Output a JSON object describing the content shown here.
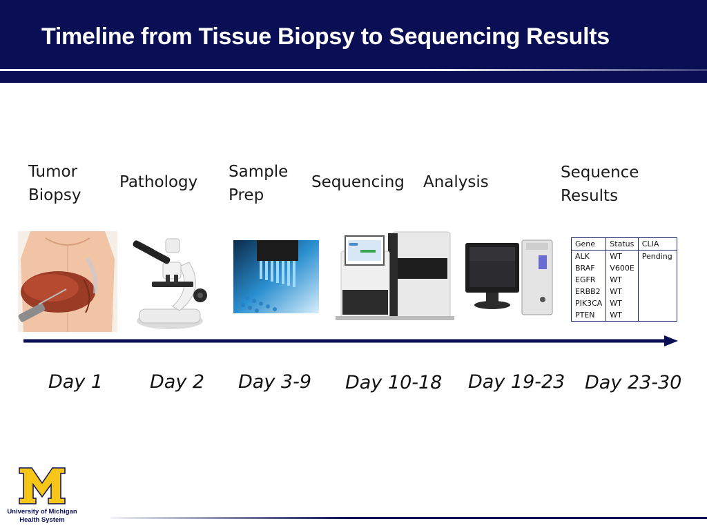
{
  "slide": {
    "title": "Timeline from Tissue Biopsy to Sequencing Results"
  },
  "steps": [
    {
      "label_line1": "Tumor",
      "label_line2": "Biopsy",
      "day": "Day 1",
      "icon": "tumor-biopsy-image"
    },
    {
      "label_line1": "Pathology",
      "label_line2": "",
      "day": "Day 2",
      "icon": "microscope-image"
    },
    {
      "label_line1": "Sample",
      "label_line2": "Prep",
      "day": "Day 3-9",
      "icon": "pipette-plate-image"
    },
    {
      "label_line1": "Sequencing",
      "label_line2": "",
      "day": "Day 10-18",
      "icon": "sequencer-image"
    },
    {
      "label_line1": "Analysis",
      "label_line2": "",
      "day": "Day 19-23",
      "icon": "computer-image"
    },
    {
      "label_line1": "Sequence",
      "label_line2": "Results",
      "day": "Day 23-30",
      "icon": "results-table"
    }
  ],
  "results_table": {
    "headers": [
      "Gene",
      "Status",
      "CLIA"
    ],
    "rows": [
      [
        "ALK",
        "WT",
        "Pending"
      ],
      [
        "BRAF",
        "V600E",
        ""
      ],
      [
        "EGFR",
        "WT",
        ""
      ],
      [
        "ERBB2",
        "WT",
        ""
      ],
      [
        "PIK3CA",
        "WT",
        ""
      ],
      [
        "PTEN",
        "WT",
        ""
      ]
    ]
  },
  "logo": {
    "name_line1": "University of Michigan",
    "name_line2": "Health System",
    "letter": "M"
  },
  "colors": {
    "header_bg": "#0a0f55",
    "arrow": "#0a0f55",
    "maize": "#f5c518"
  }
}
